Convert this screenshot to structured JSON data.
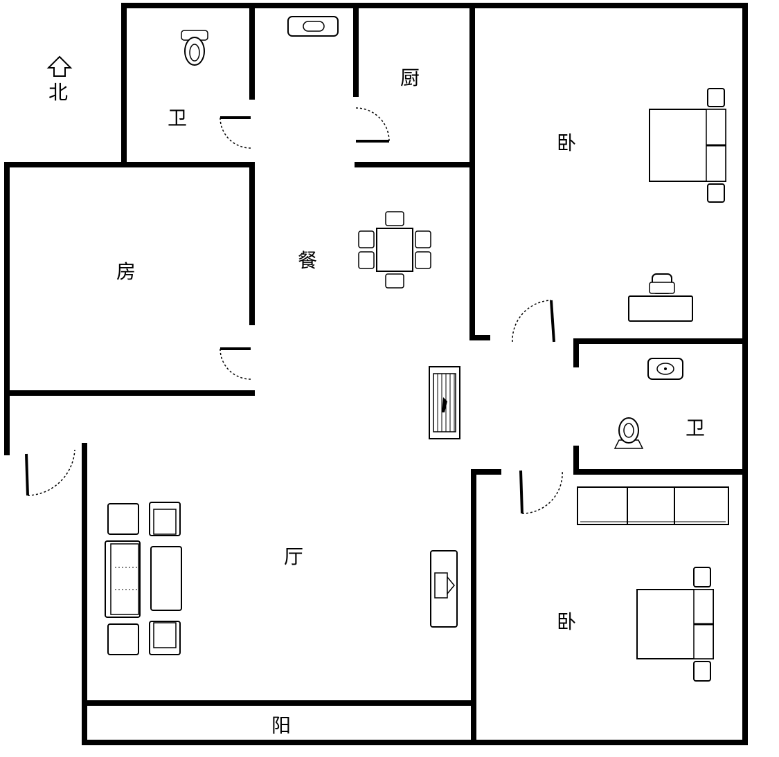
{
  "compass": {
    "label": "北",
    "icon": "north-arrow-icon"
  },
  "rooms": {
    "bathroom_north": "卫",
    "kitchen": "厨",
    "bedroom_master": "卧",
    "study_room": "房",
    "dining": "餐",
    "bathroom_east": "卫",
    "living_room": "厅",
    "bedroom_second": "卧",
    "balcony": "阳"
  }
}
